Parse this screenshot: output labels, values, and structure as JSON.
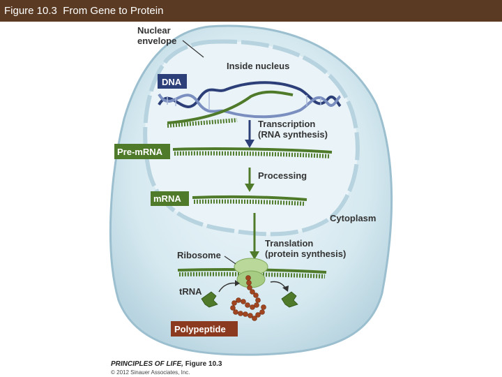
{
  "header": {
    "title": "Figure 10.3  From Gene to Protein"
  },
  "labels": {
    "nuclear_envelope_line1": "Nuclear",
    "nuclear_envelope_line2": "envelope",
    "inside_nucleus": "Inside nucleus",
    "dna": "DNA",
    "transcription": "Transcription",
    "transcription_sub": "(RNA synthesis)",
    "pre_mrna": "Pre-mRNA",
    "processing": "Processing",
    "mrna": "mRNA",
    "cytoplasm": "Cytoplasm",
    "translation": "Translation",
    "translation_sub": "(protein synthesis)",
    "ribosome": "Ribosome",
    "trna": "tRNA",
    "polypeptide": "Polypeptide"
  },
  "footer": {
    "book": "PRINCIPLES OF LIFE,",
    "figure": "Figure 10.3",
    "copyright": "© 2012 Sinauer Associates, Inc."
  },
  "colors": {
    "title_bar": "#5a3a22",
    "dna_box": "#2d3f78",
    "rna_green": "#4f7a2a",
    "polypeptide_box": "#8b3a1f",
    "cell_fill": "#d3e7ef",
    "nucleus_fill": "#eaf4f8",
    "arrow": "#2d3f78"
  }
}
